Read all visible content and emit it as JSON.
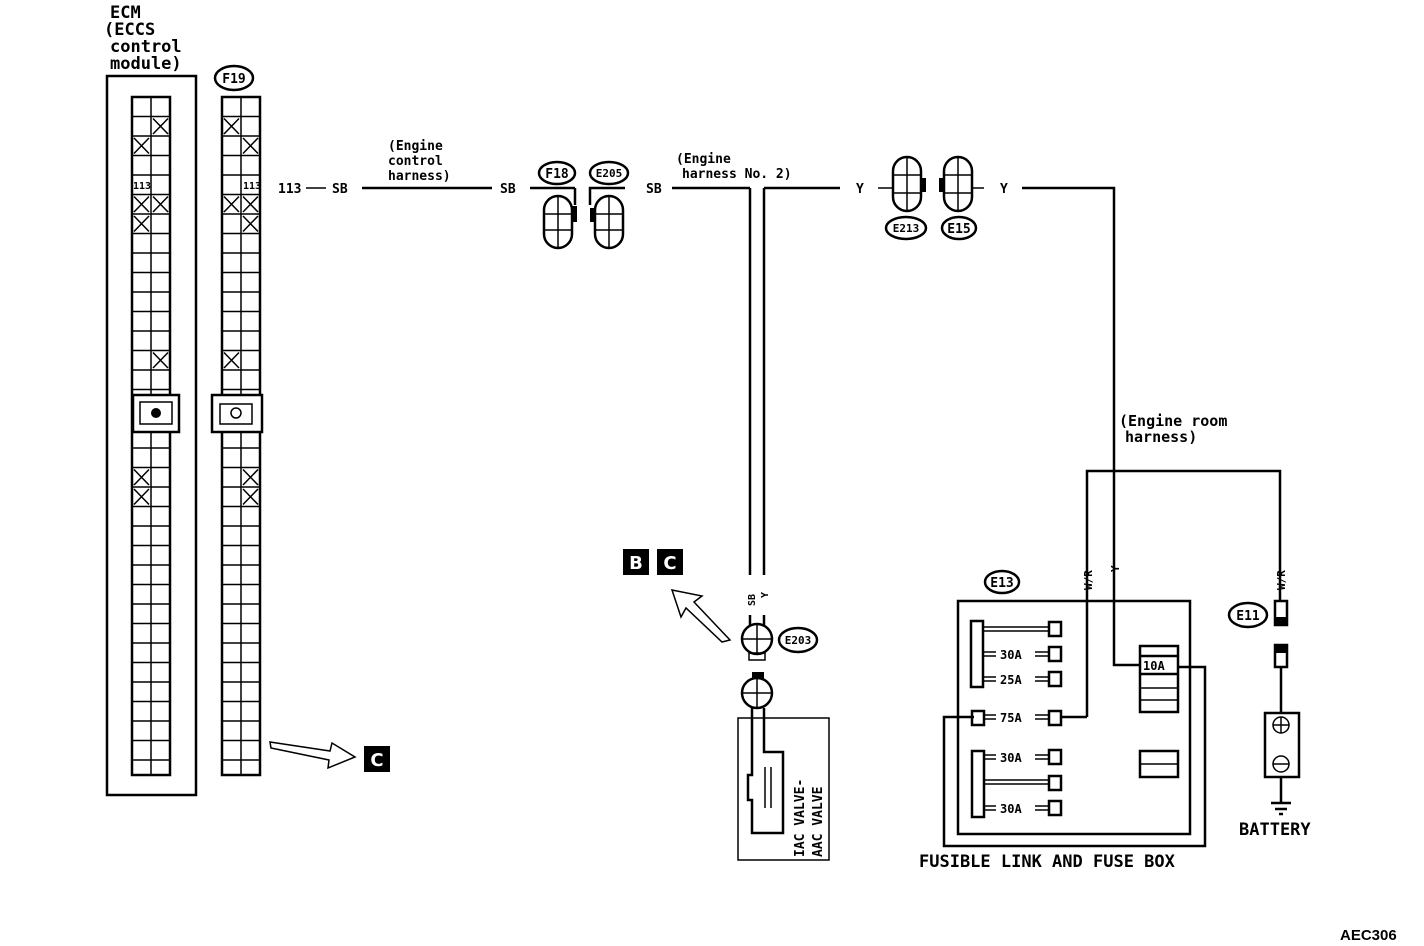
{
  "diagram_id": "AEC306",
  "components": {
    "ecm": {
      "label_lines": [
        "ECM",
        "(ECCS",
        "control",
        "module)"
      ],
      "terminal": "113"
    },
    "f19": {
      "connector": "F19",
      "terminal": "113"
    },
    "f18": {
      "connector": "F18"
    },
    "e205": {
      "connector": "E205"
    },
    "e213": {
      "connector": "E213"
    },
    "e15": {
      "connector": "E15"
    },
    "e203": {
      "connector": "E203"
    },
    "e13": {
      "connector": "E13"
    },
    "e11": {
      "connector": "E11"
    },
    "iac_valve": {
      "label_lines": [
        "IAC VALVE-",
        "AAC VALVE"
      ]
    },
    "fuse_box": {
      "title": "FUSIBLE LINK AND FUSE BOX",
      "fuses": [
        "30A",
        "25A",
        "75A",
        "30A",
        "30A",
        "10A"
      ]
    },
    "battery": {
      "label": "BATTERY"
    }
  },
  "harness_labels": {
    "engine_control": [
      "(Engine",
      "control",
      "harness)"
    ],
    "engine_no2": [
      "(Engine",
      "harness No. 2)"
    ],
    "engine_room": [
      "(Engine room",
      "harness)"
    ]
  },
  "wire_labels": {
    "l13": "113",
    "sb1": "SB",
    "sb2": "SB",
    "sb3": "SB",
    "y1": "Y",
    "y2": "Y",
    "y3": "Y",
    "wr1": "W/R",
    "wr2": "W/R",
    "e203_sb": "SB",
    "e203_y": "Y"
  },
  "refs": {
    "b": "B",
    "c": "C",
    "c2": "C"
  }
}
